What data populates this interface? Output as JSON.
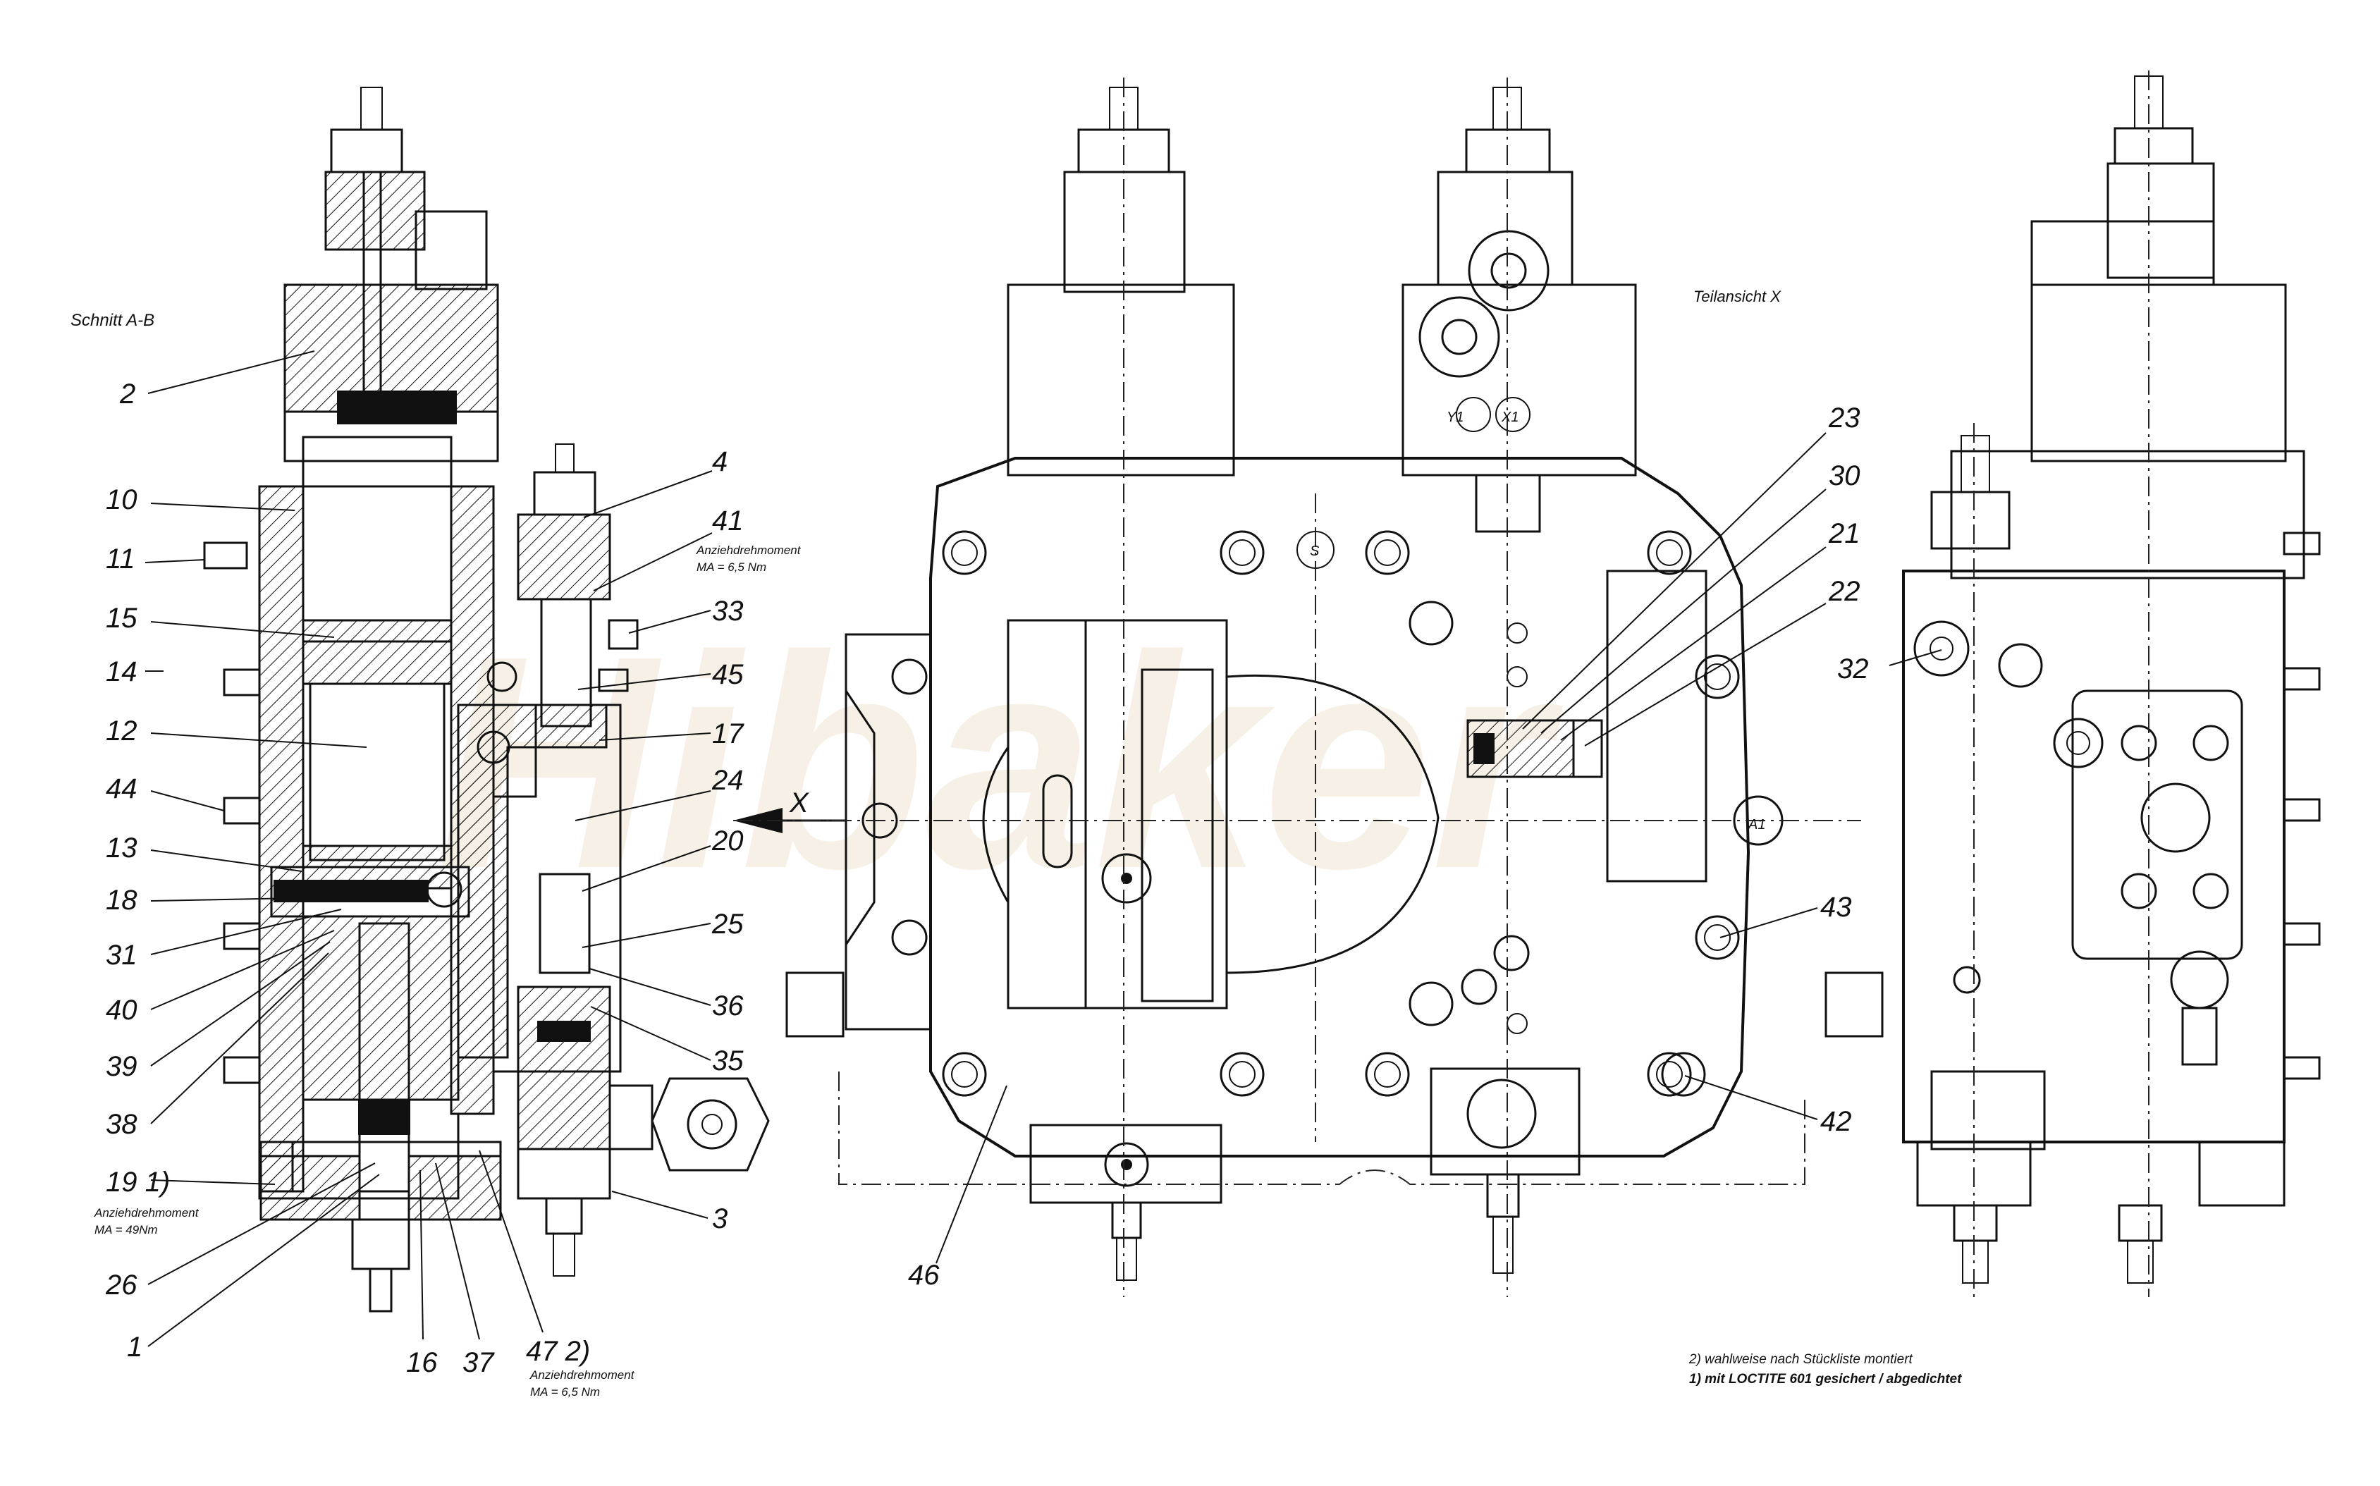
{
  "section_title": "Schnitt A-B",
  "view_title": "Teilansicht X",
  "view_arrow_label": "X",
  "port_labels": [
    "Y1",
    "X1",
    "A1",
    "S"
  ],
  "part_numbers_left": [
    "2",
    "10",
    "11",
    "15",
    "14",
    "12",
    "44",
    "13",
    "18",
    "31",
    "40",
    "39",
    "38",
    "19 1)",
    "26",
    "1",
    "16",
    "37",
    "47 2)"
  ],
  "part_numbers_center": [
    "4",
    "41",
    "33",
    "45",
    "17",
    "24",
    "20",
    "25",
    "36",
    "35",
    "3",
    "46"
  ],
  "part_numbers_right": [
    "23",
    "30",
    "21",
    "22",
    "32",
    "43",
    "42"
  ],
  "torque_notes": [
    {
      "label": "Anziehdrehmoment",
      "value": "MA = 6,5 Nm"
    },
    {
      "label": "Anziehdrehmoment",
      "value": "MA = 49Nm"
    },
    {
      "label": "Anziehdrehmoment",
      "value": "MA = 6,5 Nm"
    }
  ],
  "footnotes": [
    "2) wahlweise nach Stückliste montiert",
    "1) mit LOCTITE 601 gesichert / abgedichtet"
  ],
  "watermark_text": "Hibaker"
}
